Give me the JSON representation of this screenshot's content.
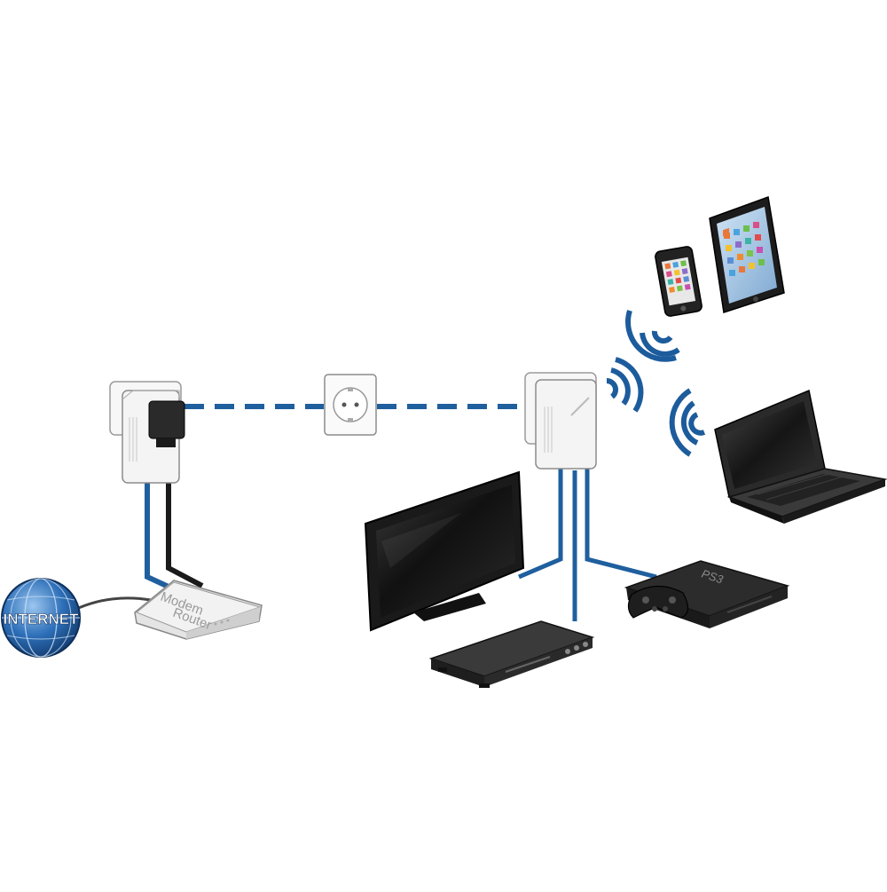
{
  "labels": {
    "internet": "INTERNET",
    "router_line1": "Modem",
    "router_line2": "Router",
    "console_logo": "PS3"
  },
  "colors": {
    "cable_blue": "#1f5f9e",
    "cable_black": "#1b1b1b",
    "wifi_blue": "#1d5c9c",
    "globe_blue": "#1e5fa8",
    "device_dark": "#222222",
    "adapter_white": "#f4f4f4"
  },
  "icons": [
    "globe-icon",
    "router-icon",
    "powerline-adapter-icon",
    "wall-socket-icon",
    "wifi-signal-icon",
    "tv-icon",
    "bluray-player-icon",
    "game-console-icon",
    "gamepad-icon",
    "laptop-icon",
    "tablet-icon",
    "smartphone-icon"
  ]
}
